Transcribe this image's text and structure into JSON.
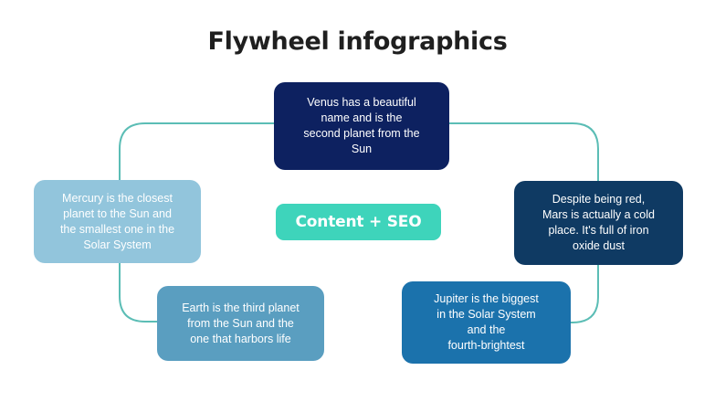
{
  "slide": {
    "title": "Flywheel infographics",
    "background_color": "#ffffff",
    "title_color": "#1f1f1f"
  },
  "center": {
    "label": "Content + SEO",
    "color": "#3ed4bb",
    "text_color": "#ffffff"
  },
  "connector": {
    "color": "#5bbdb5",
    "width": 2,
    "shape": "rounded-ring"
  },
  "nodes": [
    {
      "id": "venus",
      "position": "top",
      "text": "Venus has a beautiful\nname and is the\nsecond planet from the\nSun",
      "color": "#0d2160",
      "text_color": "#ffffff"
    },
    {
      "id": "mercury",
      "position": "left",
      "text": "Mercury is the closest\nplanet to the Sun and\nthe smallest one in the\nSolar System",
      "color": "#92c5dc",
      "text_color": "#ffffff"
    },
    {
      "id": "mars",
      "position": "right",
      "text": "Despite being red,\nMars is actually a cold\nplace. It's full of iron\noxide dust",
      "color": "#0f3a63",
      "text_color": "#ffffff"
    },
    {
      "id": "earth",
      "position": "bottom-left",
      "text": "Earth is the third planet\nfrom the Sun and the\none that harbors life",
      "color": "#5a9ec0",
      "text_color": "#ffffff"
    },
    {
      "id": "jupiter",
      "position": "bottom-right",
      "text": "Jupiter is the biggest\nin the Solar System\nand the\nfourth-brightest",
      "color": "#1b72ac",
      "text_color": "#ffffff"
    }
  ]
}
